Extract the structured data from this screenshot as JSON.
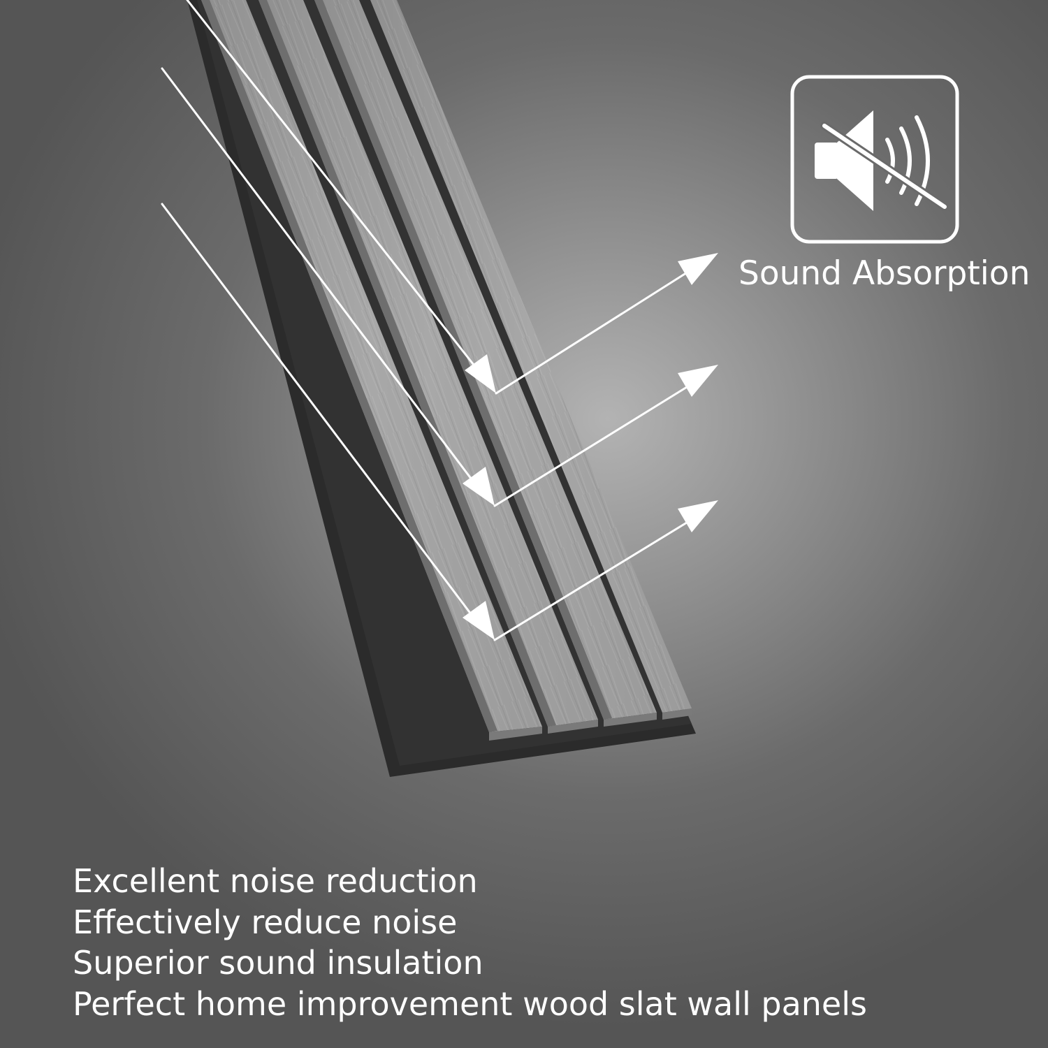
{
  "badge": {
    "icon": "sound-muted-icon",
    "label": "Sound Absorption"
  },
  "benefits": [
    "Excellent noise reduction",
    "Effectively reduce noise",
    "Superior sound insulation",
    "Perfect home improvement wood slat wall panels"
  ],
  "colors": {
    "text": "#ffffff",
    "slat": "#a3a3a3",
    "felt_backing": "#2b2b2b",
    "background_light": "#b3b3b3",
    "background_dark": "#555555"
  }
}
